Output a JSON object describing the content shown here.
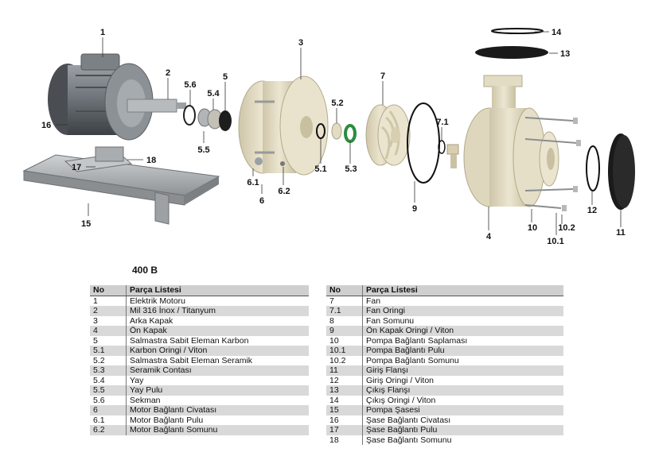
{
  "model": "400 B",
  "table": {
    "col_no": "No",
    "col_name": "Parça Listesi"
  },
  "parts_left": [
    {
      "no": "1",
      "name": "Elektrik Motoru"
    },
    {
      "no": "2",
      "name": "Mil 316 İnox / Titanyum"
    },
    {
      "no": "3",
      "name": "Arka Kapak"
    },
    {
      "no": "4",
      "name": "Ön Kapak"
    },
    {
      "no": "5",
      "name": "Salmastra Sabit Eleman Karbon"
    },
    {
      "no": "5.1",
      "name": "Karbon Oringi / Viton"
    },
    {
      "no": "5.2",
      "name": "Salmastra Sabit Eleman Seramik"
    },
    {
      "no": "5.3",
      "name": "Seramik Contası"
    },
    {
      "no": "5.4",
      "name": "Yay"
    },
    {
      "no": "5.5",
      "name": "Yay Pulu"
    },
    {
      "no": "5.6",
      "name": "Sekman"
    },
    {
      "no": "6",
      "name": "Motor Bağlantı Civatası"
    },
    {
      "no": "6.1",
      "name": "Motor Bağlantı Pulu"
    },
    {
      "no": "6.2",
      "name": "Motor Bağlantı Somunu"
    }
  ],
  "parts_right": [
    {
      "no": "7",
      "name": "Fan"
    },
    {
      "no": "7.1",
      "name": "Fan Oringi"
    },
    {
      "no": "8",
      "name": "Fan Somunu"
    },
    {
      "no": "9",
      "name": "Ön Kapak Oringi / Viton"
    },
    {
      "no": "10",
      "name": "Pompa Bağlantı Saplaması"
    },
    {
      "no": "10.1",
      "name": "Pompa Bağlantı Pulu"
    },
    {
      "no": "10.2",
      "name": "Pompa Bağlantı Somunu"
    },
    {
      "no": "11",
      "name": "Giriş Flanşı"
    },
    {
      "no": "12",
      "name": "Giriş Oringi / Viton"
    },
    {
      "no": "13",
      "name": "Çıkış Flanşı"
    },
    {
      "no": "14",
      "name": "Çıkış Oringi / Viton"
    },
    {
      "no": "15",
      "name": "Pompa Şasesi"
    },
    {
      "no": "16",
      "name": "Şase Bağlantı Civatası"
    },
    {
      "no": "17",
      "name": "Şase Bağlantı Pulu"
    },
    {
      "no": "18",
      "name": "Şase Bağlantı Somunu"
    }
  ],
  "callouts": {
    "c1": "1",
    "c2": "2",
    "c3": "3",
    "c4": "4",
    "c5": "5",
    "c5_1": "5.1",
    "c5_2": "5.2",
    "c5_3": "5.3",
    "c5_4": "5.4",
    "c5_5": "5.5",
    "c5_6": "5.6",
    "c6": "6",
    "c6_1": "6.1",
    "c6_2": "6.2",
    "c7": "7",
    "c7_1": "7.1",
    "c9": "9",
    "c10": "10",
    "c10_1": "10.1",
    "c10_2": "10.2",
    "c11": "11",
    "c12": "12",
    "c13": "13",
    "c14": "14",
    "c15": "15",
    "c16": "16",
    "c17": "17",
    "c18": "18"
  },
  "colors": {
    "motor": "#6e7378",
    "plastic": "#e6dfc8",
    "rubber": "#1f1f1f",
    "green_seal": "#2e8b3e",
    "base_plate": "#b9bcbf"
  }
}
